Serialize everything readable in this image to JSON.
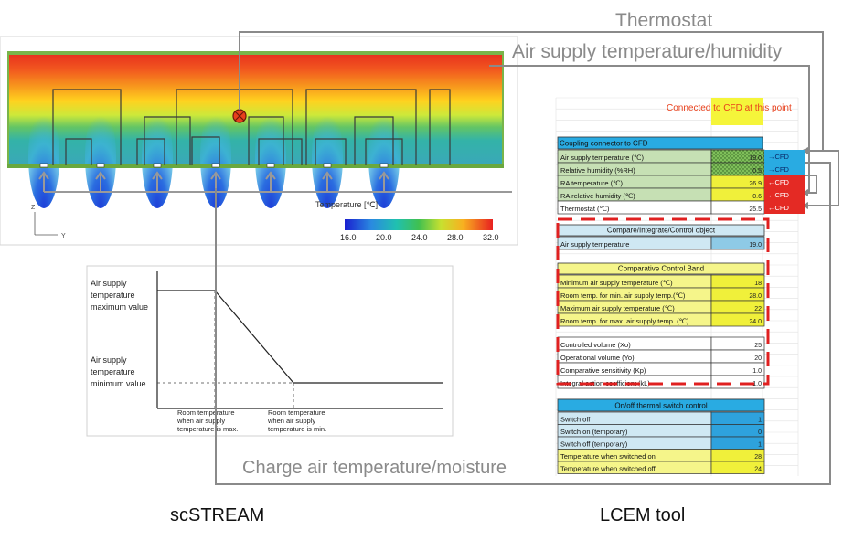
{
  "labels": {
    "thermostat": "Thermostat",
    "air_supply": "Air supply temperature/humidity",
    "charge_air": "Charge air temperature/moisture",
    "scstream": "scSTREAM",
    "lcem": "LCEM tool",
    "connected_note": "Connected to CFD at this point"
  },
  "cfd": {
    "axis_z": "Z",
    "axis_y": "Y",
    "temperature_label": "Temperature [℃]",
    "scale_ticks": [
      "16.0",
      "20.0",
      "24.0",
      "28.0",
      "32.0"
    ]
  },
  "control_graph": {
    "ylabel_max": [
      "Air supply",
      "temperature",
      "maximum value"
    ],
    "ylabel_min": [
      "Air supply",
      "temperature",
      "minimum value"
    ],
    "xlabel_max": [
      "Room temperature",
      "when  air supply",
      "temperature is max."
    ],
    "xlabel_min": [
      "Room temperature",
      "when air supply",
      "temperature is min."
    ]
  },
  "sheet": {
    "coupling_header": "Coupling connector to CFD",
    "coupling_rows": [
      {
        "label": "Air supply temperature  (℃)",
        "value": "19.0",
        "tag": "→CFD",
        "dir": "out"
      },
      {
        "label": "Relative humidity (%RH)",
        "value": "0.5",
        "tag": "→CFD",
        "dir": "out"
      },
      {
        "label": "RA temperature  (℃)",
        "value": "26.9",
        "tag": "←CFD",
        "dir": "in"
      },
      {
        "label": "RA relative humidity  (℃)",
        "value": "0.6",
        "tag": "←CFD",
        "dir": "in"
      },
      {
        "label": "Thermostat  (℃)",
        "value": "25.5",
        "tag": "←CFD",
        "dir": "in"
      }
    ],
    "compare_header": "Compare/Integrate/Control object",
    "compare_rows": [
      {
        "label": "Air supply temperature",
        "value": "19.0"
      }
    ],
    "band_header": "Comparative Control Band",
    "band_rows": [
      {
        "label": "Minimum air supply temperature (℃)",
        "value": "18"
      },
      {
        "label": "Room temp. for min. air supply temp.(℃)",
        "value": "28.0"
      },
      {
        "label": "Maximum air supply temperature (℃)",
        "value": "22"
      },
      {
        "label": "Room temp. for max. air supply temp. (℃)",
        "value": "24.0"
      }
    ],
    "volume_rows": [
      {
        "label": "Controlled volume (Xo)",
        "value": "25"
      },
      {
        "label": "Operational volume (Yo)",
        "value": "20"
      },
      {
        "label": "Comparative sensitivity (Kp)",
        "value": "1.0"
      },
      {
        "label": "Integral action coefficient (kL)",
        "value": "1.0"
      }
    ],
    "switch_header": "On/off thermal switch control",
    "switch_rows": [
      {
        "label": "Switch off",
        "value": "1",
        "style": "blue"
      },
      {
        "label": "Switch on (temporary)",
        "value": "0",
        "style": "blue"
      },
      {
        "label": "Switch off (temporary)",
        "value": "1",
        "style": "blue"
      },
      {
        "label": "Temperature when switched on",
        "value": "28",
        "style": "yellow"
      },
      {
        "label": "Temperature when switched off",
        "value": "24",
        "style": "yellow"
      }
    ]
  },
  "colors": {
    "line_gray": "#8a8a8a",
    "dash_red": "#e02020",
    "header_blue": "#29abe2",
    "cell_green": "#c6e0b4",
    "cell_yellow": "#f0f03a",
    "cell_blue": "#8ecae6",
    "note_red": "#e8401c"
  }
}
